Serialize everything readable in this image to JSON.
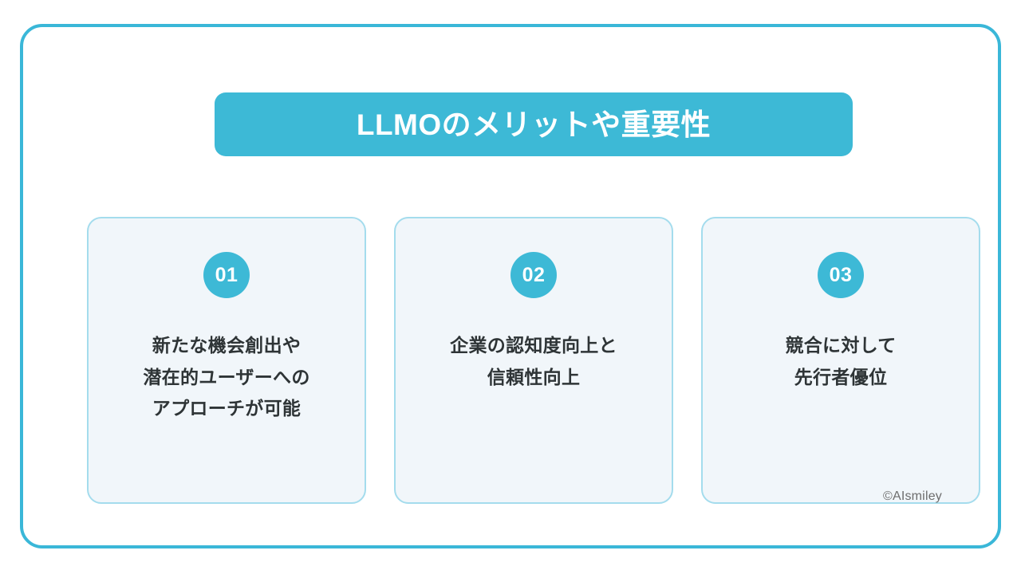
{
  "slide": {
    "title": "LLMOのメリットや重要性",
    "copyright": "©AIsmiley",
    "colors": {
      "accent": "#3db9d6",
      "frame_border": "#3ab7d8",
      "card_background": "#f1f6fa",
      "card_border": "#a4dced",
      "title_text": "#ffffff",
      "body_text": "#2e3436",
      "copyright_text": "#6d6d6d",
      "page_background": "#ffffff"
    }
  },
  "cards": [
    {
      "number": "01",
      "lines": [
        "新たな機会創出や",
        "潜在的ユーザーへの",
        "アプローチが可能"
      ]
    },
    {
      "number": "02",
      "lines": [
        "企業の認知度向上と",
        "信頼性向上"
      ]
    },
    {
      "number": "03",
      "lines": [
        "競合に対して",
        "先行者優位"
      ]
    }
  ]
}
